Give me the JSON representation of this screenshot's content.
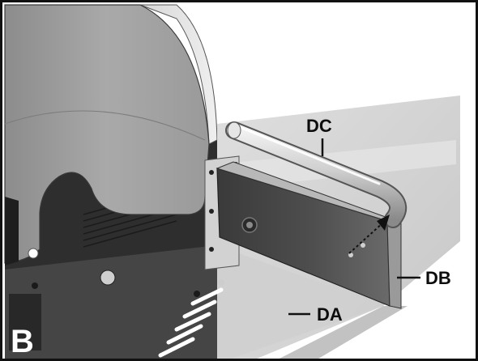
{
  "step_label": "B",
  "callouts": {
    "handle": "DC",
    "shelf_panel": "DB",
    "side_shelf": "DA"
  },
  "colors": {
    "border": "#111111",
    "leader": "#111111",
    "label_text": "#0d0d0d",
    "step_text": "#ffffff"
  }
}
